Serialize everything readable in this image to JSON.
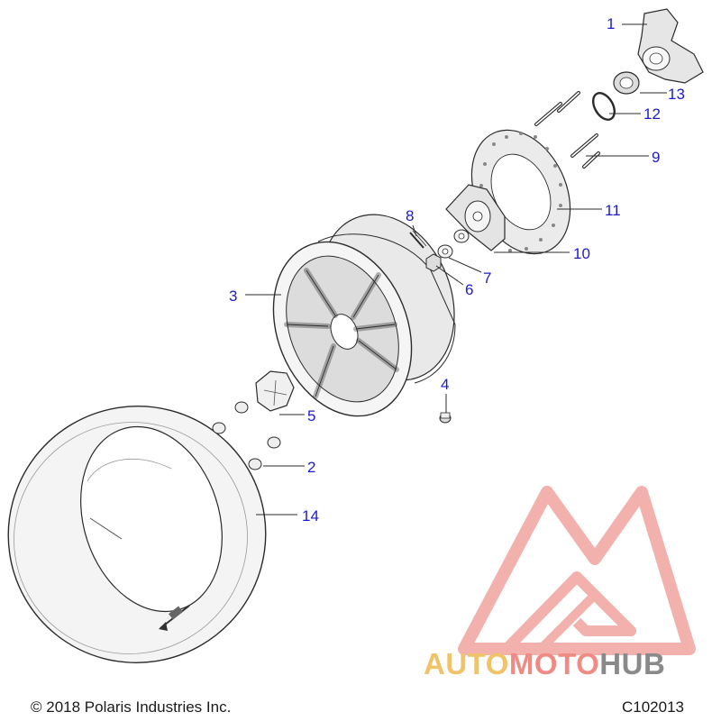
{
  "callouts": {
    "c1": "1",
    "c2": "2",
    "c3": "3",
    "c4": "4",
    "c5": "5",
    "c6": "6",
    "c7": "7",
    "c8": "8",
    "c9": "9",
    "c10": "10",
    "c11": "11",
    "c12": "12",
    "c13": "13",
    "c14": "14"
  },
  "footer": {
    "copyright": "© 2018 Polaris Industries Inc.",
    "code": "C102013"
  },
  "watermark": {
    "part1": "AUTO",
    "part2": "MOTO",
    "part3": "HUB",
    "color1": "#f0c36a",
    "color2": "#ef8b84",
    "color3": "#8a8a8a"
  },
  "colors": {
    "callout": "#1c1ccc",
    "line": "#2b2b2b",
    "part_fill": "#f2f2f2"
  }
}
